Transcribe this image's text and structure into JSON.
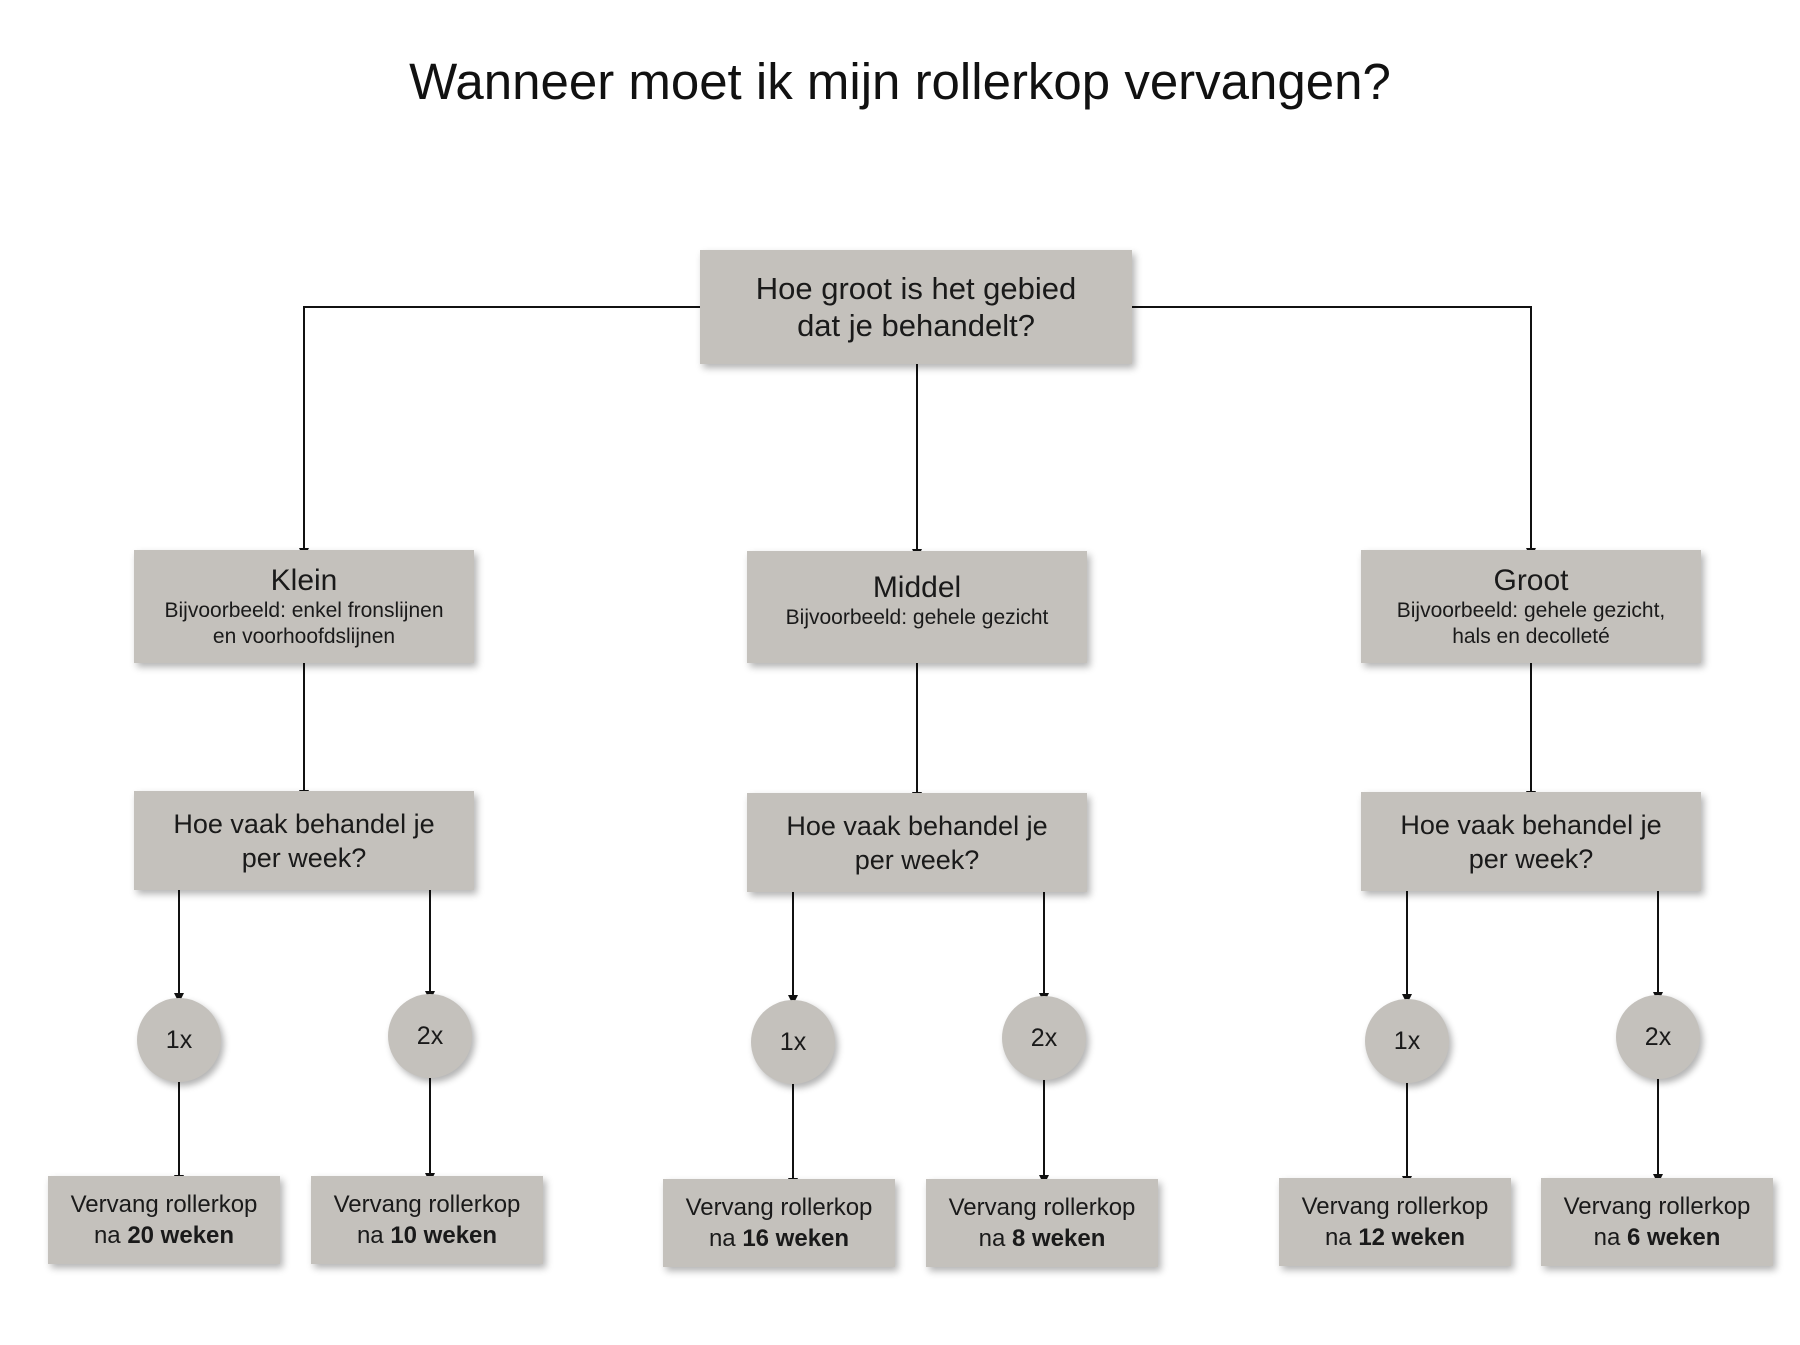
{
  "title": "Wanneer moet ik mijn rollerkop vervangen?",
  "root": {
    "line1": "Hoe groot is het gebied",
    "line2": "dat je behandelt?"
  },
  "categories": [
    {
      "name": "Klein",
      "example_line1": "Bijvoorbeeld: enkel fronslijnen",
      "example_line2": "en voorhoofdslijnen",
      "question_line1": "Hoe vaak behandel je",
      "question_line2": "per week?",
      "options": [
        {
          "freq": "1x",
          "result_line1": "Vervang rollerkop",
          "result_prefix": "na",
          "result_bold": "20 weken"
        },
        {
          "freq": "2x",
          "result_line1": "Vervang rollerkop",
          "result_prefix": "na",
          "result_bold": "10 weken"
        }
      ]
    },
    {
      "name": "Middel",
      "example_line1": "Bijvoorbeeld: gehele gezicht",
      "example_line2": "",
      "question_line1": "Hoe vaak behandel je",
      "question_line2": "per week?",
      "options": [
        {
          "freq": "1x",
          "result_line1": "Vervang rollerkop",
          "result_prefix": "na",
          "result_bold": "16 weken"
        },
        {
          "freq": "2x",
          "result_line1": "Vervang rollerkop",
          "result_prefix": "na",
          "result_bold": "8 weken"
        }
      ]
    },
    {
      "name": "Groot",
      "example_line1": "Bijvoorbeeld: gehele gezicht,",
      "example_line2": "hals en decolleté",
      "question_line1": "Hoe vaak behandel je",
      "question_line2": "per week?",
      "options": [
        {
          "freq": "1x",
          "result_line1": "Vervang rollerkop",
          "result_prefix": "na",
          "result_bold": "12 weken"
        },
        {
          "freq": "2x",
          "result_line1": "Vervang rollerkop",
          "result_prefix": "na",
          "result_bold": "6 weken"
        }
      ]
    }
  ],
  "colors": {
    "box_fill": "#c4c1bc",
    "line": "#111111",
    "text": "#1a1a1a"
  }
}
